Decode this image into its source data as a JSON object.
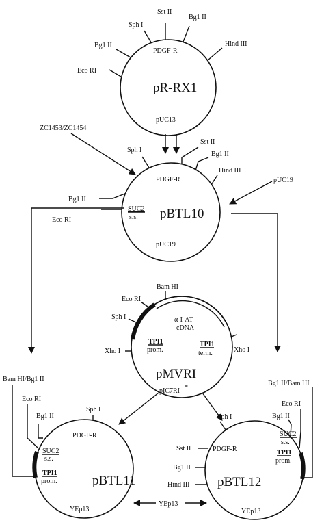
{
  "plasmids": {
    "prx1": {
      "name": "pR-RX1",
      "insert": "PDGF-R",
      "backbone": "pUC13",
      "sites": {
        "sph1": "Sph I",
        "sst2": "Sst II",
        "bgl2_top": "Bg1 II",
        "bgl2_left": "Bg1 II",
        "hind3": "Hind III",
        "ecor1": "Eco RI"
      }
    },
    "pbtl10": {
      "name": "pBTL10",
      "insert": "PDGF-R",
      "backbone": "pUC19",
      "suc2": "SUC2",
      "ss": "s.s.",
      "sites": {
        "sph1": "Sph I",
        "sst2": "Sst II",
        "bgl2_right": "Bg1 II",
        "hind3": "Hind III",
        "bgl2_left": "Bg1 II",
        "ecor1": "Eco RI"
      }
    },
    "pmvri": {
      "name": "pMVRI",
      "backbone": "pIC7RI",
      "backbone_mark": "*",
      "cdna_line1": "α-I-AT",
      "cdna_line2": "cDNA",
      "tpi1_prom": "TPI1",
      "prom": "prom.",
      "tpi1_term": "TPI1",
      "term": "term.",
      "sites": {
        "bamhi": "Bam HI",
        "ecor1": "Eco RI",
        "sph1": "Sph I",
        "xho1_left": "Xho I",
        "xho1_right": "Xho I"
      }
    },
    "pbtl11": {
      "name": "pBTL11",
      "insert": "PDGF-R",
      "backbone": "YEp13",
      "suc2": "SUC2",
      "ss": "s.s.",
      "tpi1": "TPI1",
      "prom": "prom.",
      "sites": {
        "bamhi_bgl2": "Bam HI/Bg1 II",
        "ecor1": "Eco RI",
        "bgl2": "Bg1 II",
        "sph1": "Sph I"
      }
    },
    "pbtl12": {
      "name": "pBTL12",
      "insert": "PDGF-R",
      "backbone": "YEp13",
      "suc2": "SUC2",
      "ss": "s.s.",
      "tpi1": "TPI1",
      "prom": "prom.",
      "sites": {
        "bgl2_bamhi": "Bg1 II/Bam HI",
        "ecor1": "Eco RI",
        "bgl2": "Bg1 II",
        "sph1": "Sph I",
        "sst2": "Sst II",
        "bgl2_left": "Bg1 II",
        "hind3": "Hind III"
      }
    }
  },
  "inputs": {
    "oligos": "ZC1453/ZC1454",
    "puc19": "pUC19",
    "yep13": "YEp13"
  }
}
